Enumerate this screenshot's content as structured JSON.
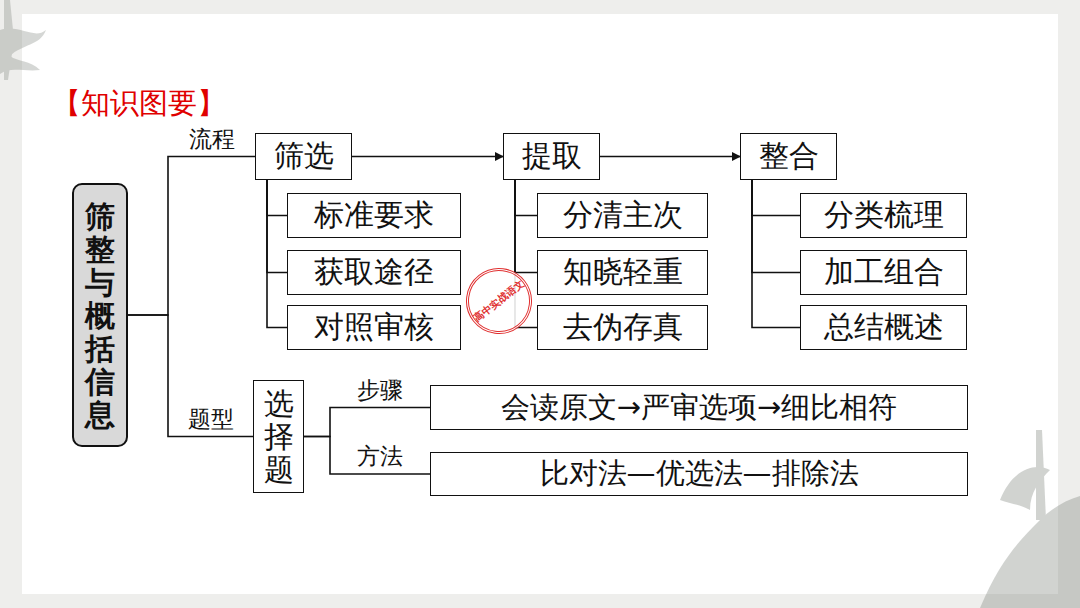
{
  "diagram": {
    "title": "【知识图要】",
    "nodes": [
      {
        "text": [
          "筛整与概括信息"
        ]
      },
      {
        "text": [
          "筛选"
        ]
      },
      {
        "text": [
          "标准要求"
        ]
      },
      {
        "text": [
          "获取途径"
        ]
      },
      {
        "text": [
          "对照审核"
        ]
      },
      {
        "text": [
          "提取"
        ]
      },
      {
        "text": [
          "分清主次"
        ]
      },
      {
        "text": [
          "知晓轻重"
        ]
      },
      {
        "text": [
          "去伪存真"
        ]
      },
      {
        "text": [
          "整合"
        ]
      },
      {
        "text": [
          "分类梳理"
        ]
      },
      {
        "text": [
          "加工组合"
        ]
      },
      {
        "text": [
          "总结概述"
        ]
      },
      {
        "text": [
          "选择题"
        ]
      },
      {
        "text": [
          "会读原文→严审选项→细比相符"
        ]
      },
      {
        "text": [
          "比对法—优选法—排除法"
        ]
      }
    ],
    "edges": [
      {
        "from": 0,
        "to": 1,
        "arrow": "none",
        "label": "流程"
      },
      {
        "from": 0,
        "to": 13,
        "arrow": "none",
        "label": "题型"
      },
      {
        "from": 1,
        "to": 5,
        "arrow": "to"
      },
      {
        "from": 5,
        "to": 9,
        "arrow": "to"
      },
      {
        "from": 1,
        "to": 2,
        "arrow": "none"
      },
      {
        "from": 1,
        "to": 3,
        "arrow": "none"
      },
      {
        "from": 1,
        "to": 4,
        "arrow": "none"
      },
      {
        "from": 5,
        "to": 6,
        "arrow": "none"
      },
      {
        "from": 5,
        "to": 7,
        "arrow": "none"
      },
      {
        "from": 5,
        "to": 8,
        "arrow": "none"
      },
      {
        "from": 9,
        "to": 10,
        "arrow": "none"
      },
      {
        "from": 9,
        "to": 11,
        "arrow": "none"
      },
      {
        "from": 9,
        "to": 12,
        "arrow": "none"
      },
      {
        "from": 13,
        "to": 14,
        "arrow": "none",
        "label": "步骤"
      },
      {
        "from": 13,
        "to": 15,
        "arrow": "none",
        "label": "方法"
      }
    ],
    "labels": [
      "高中实战语文"
    ]
  }
}
